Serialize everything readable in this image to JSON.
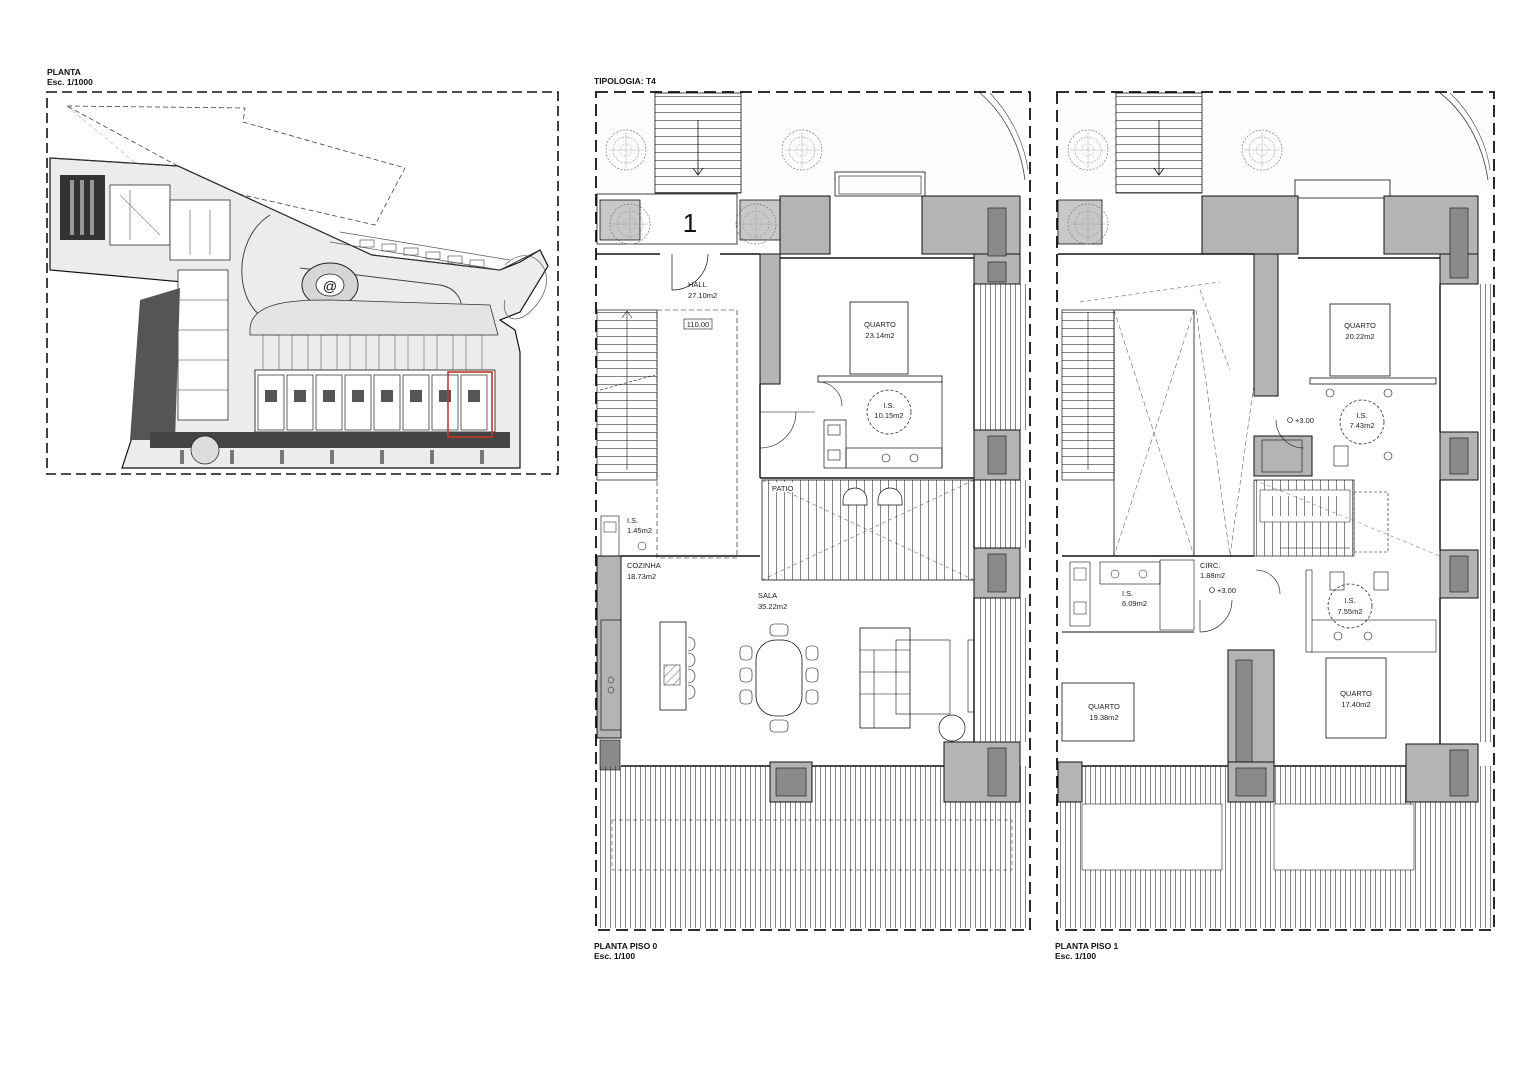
{
  "site_plan": {
    "title": "PLANTA",
    "scale": "Esc. 1/1000",
    "marker": "@"
  },
  "typology": {
    "label": "TIPOLOGIA: T4"
  },
  "floor0": {
    "title": "PLANTA PISO 0",
    "scale": "Esc. 1/100",
    "unit_number": "1",
    "level": "110.00",
    "rooms": {
      "hall": {
        "name": "HALL",
        "area": "27.10m2"
      },
      "quarto": {
        "name": "QUARTO",
        "area": "23.14m2"
      },
      "is_master": {
        "name": "I.S.",
        "area": "10.15m2"
      },
      "is_small": {
        "name": "I.S.",
        "area": "1.45m2"
      },
      "patio": {
        "name": "PATIO"
      },
      "cozinha": {
        "name": "COZINHA",
        "area": "18.73m2"
      },
      "sala": {
        "name": "SALA",
        "area": "35.22m2"
      }
    }
  },
  "floor1": {
    "title": "PLANTA PISO 1",
    "scale": "Esc. 1/100",
    "level_a": "+3.00",
    "level_b": "+3.00",
    "rooms": {
      "quarto_a": {
        "name": "QUARTO",
        "area": "20.22m2"
      },
      "is_a": {
        "name": "I.S.",
        "area": "7.43m2"
      },
      "circ": {
        "name": "CIRC.",
        "area": "1.88m2"
      },
      "is_b": {
        "name": "I.S.",
        "area": "6.09m2"
      },
      "is_c": {
        "name": "I.S.",
        "area": "7.55m2"
      },
      "quarto_b": {
        "name": "QUARTO",
        "area": "19.38m2"
      },
      "quarto_c": {
        "name": "QUARTO",
        "area": "17.40m2"
      }
    }
  },
  "colors": {
    "wall": "#b4b4b4",
    "wall_dark": "#8a8a8a",
    "site_dark": "#555555",
    "highlight": "#c0392b",
    "line": "#111111"
  }
}
